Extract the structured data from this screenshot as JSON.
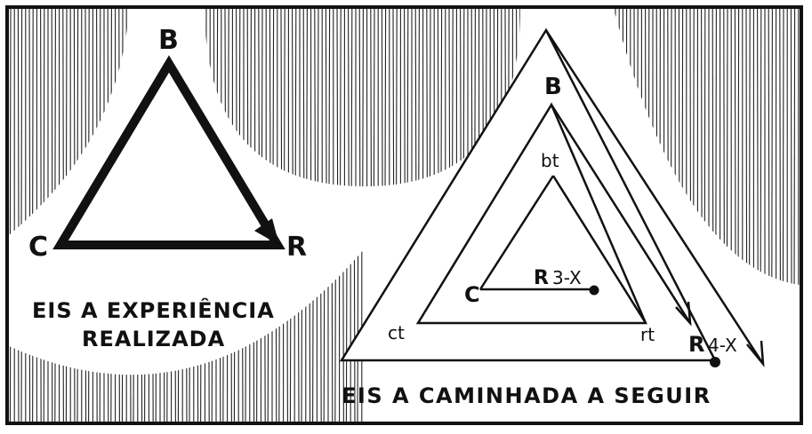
{
  "left_diagram": {
    "labels": {
      "top": "B",
      "left": "C",
      "right": "R"
    },
    "caption_line1": "EIS A EXPERIÊNCIA",
    "caption_line2": "REALIZADA"
  },
  "right_diagram": {
    "outer_top_label": "B",
    "outer_right_label": "R",
    "outer_right_value": "4-X",
    "middle_top_label": "bt",
    "middle_left_label": "ct",
    "middle_right_label": "rt",
    "inner_left_label": "C",
    "inner_right_label": "R",
    "inner_right_value": "3-X",
    "caption": "EIS A CAMINHADA A SEGUIR"
  },
  "colors": {
    "ink": "#111111",
    "paper": "#ffffff"
  }
}
